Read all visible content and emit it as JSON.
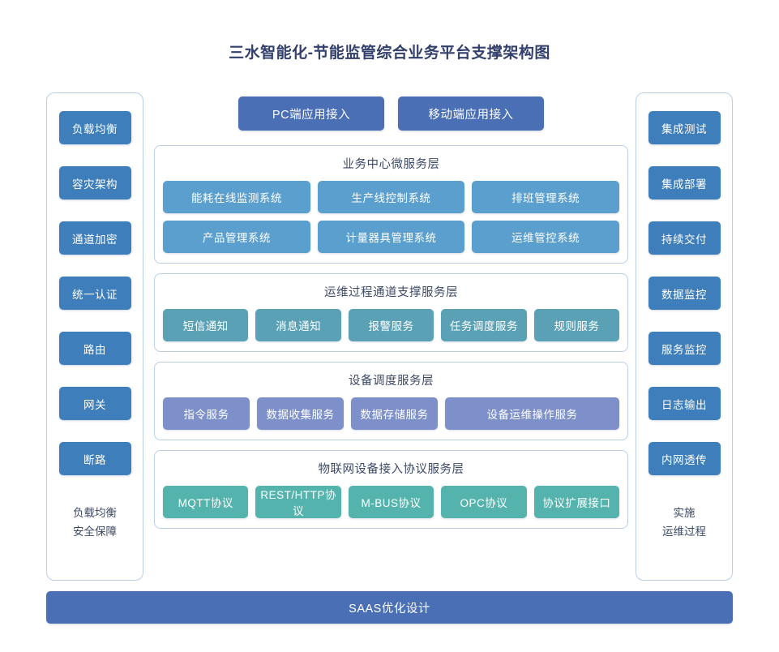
{
  "title": "三水智能化-节能监管综合业务平台支撑架构图",
  "colors": {
    "panel_border": "#b9cfe8",
    "sidebar_chip": "#3d7ebb",
    "entry_button": "#4a6fb5",
    "business_node": "#5b9fce",
    "ops_node": "#5ba1b6",
    "device_node": "#7e90ca",
    "iot_node": "#55b3ad",
    "bottom_bar": "#4a6fb5",
    "title_text": "#33406b",
    "body_text": "#3d4a66"
  },
  "left_panel": {
    "chips": [
      {
        "label": "负载均衡"
      },
      {
        "label": "容灾架构"
      },
      {
        "label": "通道加密"
      },
      {
        "label": "统一认证"
      },
      {
        "label": "路由"
      },
      {
        "label": "网关"
      },
      {
        "label": "断路"
      }
    ],
    "footer_line1": "负载均衡",
    "footer_line2": "安全保障"
  },
  "right_panel": {
    "chips": [
      {
        "label": "集成测试"
      },
      {
        "label": "集成部署"
      },
      {
        "label": "持续交付"
      },
      {
        "label": "数据监控"
      },
      {
        "label": "服务监控"
      },
      {
        "label": "日志输出"
      },
      {
        "label": "内网透传"
      }
    ],
    "footer_line1": "实施",
    "footer_line2": "运维过程"
  },
  "entry_buttons": [
    {
      "label": "PC端应用接入"
    },
    {
      "label": "移动端应用接入"
    }
  ],
  "layers": [
    {
      "title": "业务中心微服务层",
      "rows": [
        [
          {
            "label": "能耗在线监测系统"
          },
          {
            "label": "生产线控制系统"
          },
          {
            "label": "排班管理系统"
          }
        ],
        [
          {
            "label": "产品管理系统"
          },
          {
            "label": "计量器具管理系统"
          },
          {
            "label": "运维管控系统"
          }
        ]
      ]
    },
    {
      "title": "运维过程通道支撑服务层",
      "rows": [
        [
          {
            "label": "短信通知"
          },
          {
            "label": "消息通知"
          },
          {
            "label": "报警服务"
          },
          {
            "label": "任务调度服务"
          },
          {
            "label": "规则服务"
          }
        ]
      ]
    },
    {
      "title": "设备调度服务层",
      "rows": [
        [
          {
            "label": "指令服务"
          },
          {
            "label": "数据收集服务"
          },
          {
            "label": "数据存储服务"
          },
          {
            "label": "设备运维操作服务",
            "wide": true
          }
        ]
      ]
    },
    {
      "title": "物联网设备接入协议服务层",
      "rows": [
        [
          {
            "label": "MQTT协议"
          },
          {
            "label": "REST/HTTP协议"
          },
          {
            "label": "M-BUS协议"
          },
          {
            "label": "OPC协议"
          },
          {
            "label": "协议扩展接口"
          }
        ]
      ]
    }
  ],
  "bottom_bar": {
    "label": "SAAS优化设计"
  }
}
